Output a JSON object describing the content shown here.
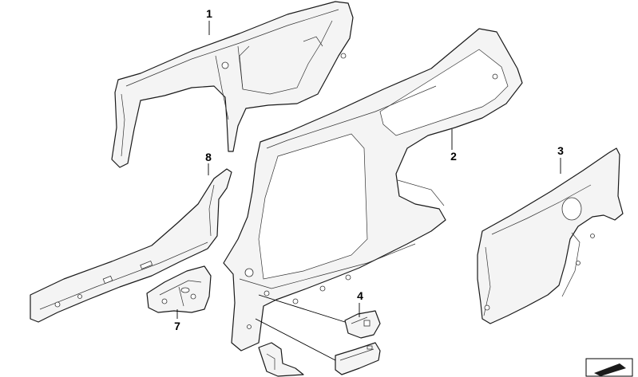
{
  "callouts": [
    {
      "id": "1",
      "label": "1"
    },
    {
      "id": "2",
      "label": "2"
    },
    {
      "id": "3",
      "label": "3"
    },
    {
      "id": "4",
      "label": "4"
    },
    {
      "id": "7",
      "label": "7"
    },
    {
      "id": "8",
      "label": "8"
    }
  ],
  "icons": {
    "corner": "catalog-page-arrow-icon"
  },
  "colors": {
    "line": "#1a1a1a",
    "fill": "#f4f4f4",
    "background": "#ffffff"
  }
}
